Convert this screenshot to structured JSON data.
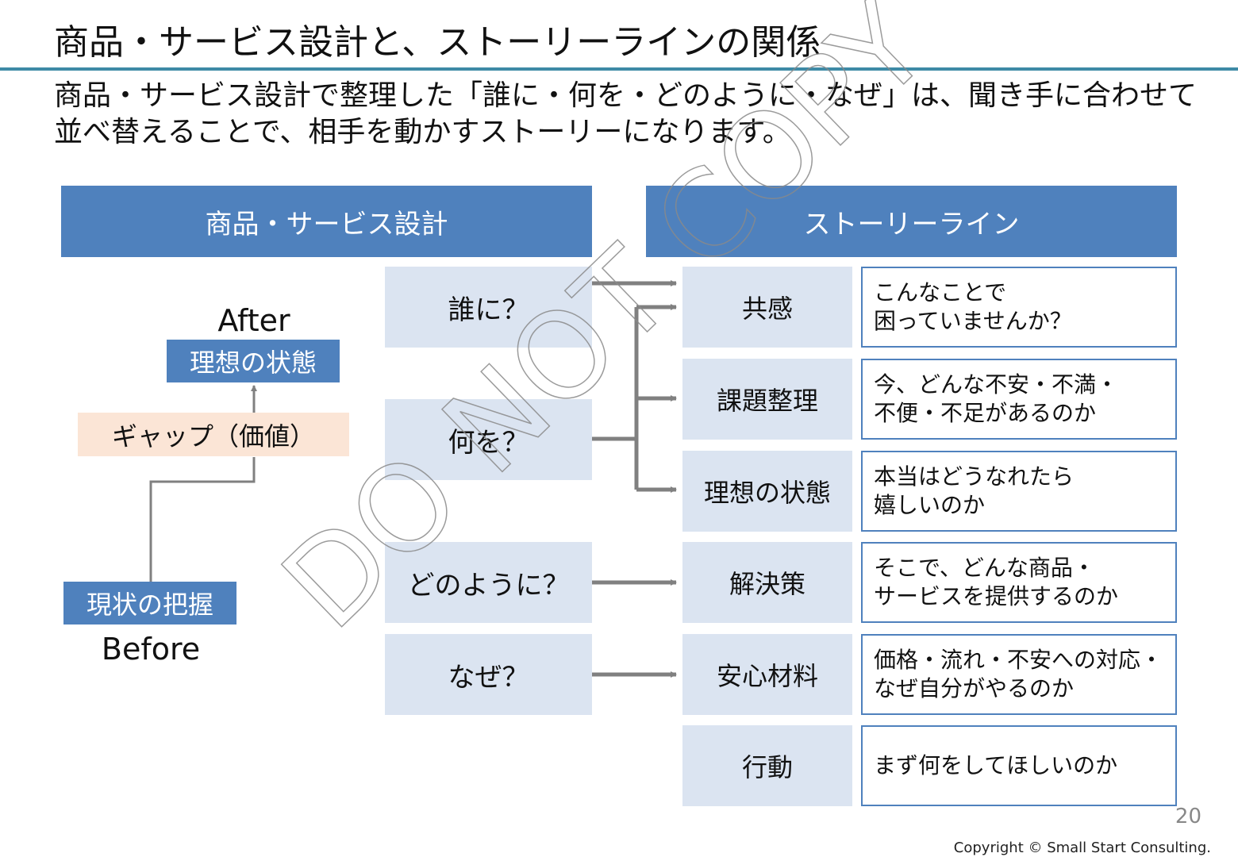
{
  "title": "商品・サービス設計と、ストーリーラインの関係",
  "lead": "商品・サービス設計で整理した「誰に・何を・どのように・なぜ」は、聞き手に合わせて並べ替えることで、相手を動かすストーリーになります。",
  "left_header": "商品・サービス設計",
  "right_header": "ストーリーライン",
  "gap_diagram": {
    "after_label": "After",
    "after_tag": "理想の状態",
    "gap_label": "ギャップ（価値）",
    "before_tag": "現状の把握",
    "before_label": "Before"
  },
  "questions": [
    "誰に？",
    "何を？",
    "どのように？",
    "なぜ？"
  ],
  "story": [
    {
      "step": "共感",
      "desc": "こんなことで\n困っていませんか？"
    },
    {
      "step": "課題整理",
      "desc": "今、どんな不安・不満・\n不便・不足があるのか"
    },
    {
      "step": "理想の状態",
      "desc": "本当はどうなれたら\n嬉しいのか"
    },
    {
      "step": "解決策",
      "desc": "そこで、どんな商品・\nサービスを提供するのか"
    },
    {
      "step": "安心材料",
      "desc": "価格・流れ・不安への対応・\nなぜ自分がやるのか"
    },
    {
      "step": "行動",
      "desc": "まず何をしてほしいのか"
    }
  ],
  "watermark": "DO NOT COPY",
  "page_number": "20",
  "copyright": "Copyright © Small Start Consulting.",
  "colors": {
    "header_blue": "#4f81bd",
    "light_blue": "#dbe4f1",
    "gap_peach": "#fbe5d6",
    "rule_teal": "#3e8aa6",
    "arrow_gray": "#808080"
  }
}
